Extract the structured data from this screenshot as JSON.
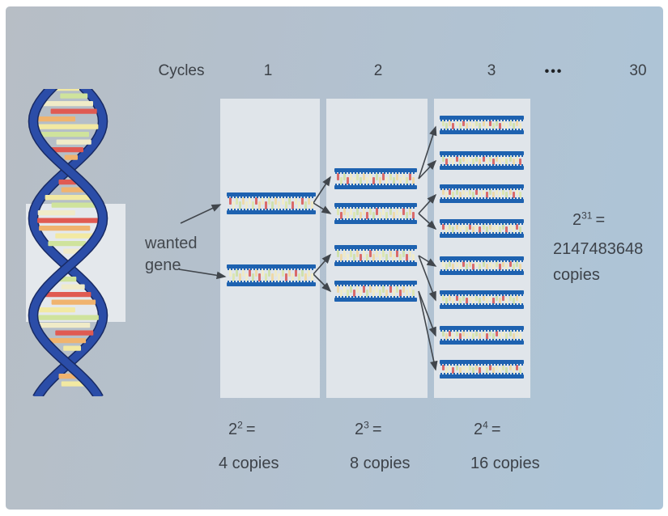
{
  "title_row": {
    "cycles_label": "Cycles",
    "cycle_numbers": [
      "1",
      "2",
      "3"
    ],
    "ellipsis": "•••",
    "final_cycle": "30"
  },
  "annotation": {
    "line1": "wanted",
    "line2": "gene"
  },
  "cycle_columns": [
    {
      "cycle": "1",
      "strand_count": 2,
      "exp_base": "2",
      "exp_power": "2",
      "equals": "=",
      "copies_text": "4 copies"
    },
    {
      "cycle": "2",
      "strand_count": 4,
      "exp_base": "2",
      "exp_power": "3",
      "equals": "=",
      "copies_text": "8 copies"
    },
    {
      "cycle": "3",
      "strand_count": 8,
      "exp_base": "2",
      "exp_power": "4",
      "equals": "=",
      "copies_text": "16 copies"
    }
  ],
  "final_result": {
    "exp_base": "2",
    "exp_power": "31",
    "equals": "=",
    "value": "2147483648",
    "unit": "copies"
  },
  "colors": {
    "background_start": "#b7bec5",
    "background_end": "#adc5d8",
    "panel": "#e0e5ea",
    "highlight_box": "#e4e8ec",
    "strand_bar": "#1e62b0",
    "tick_palette": [
      "#d96a6a",
      "#eee9c6",
      "#f0ecca",
      "#dce6b2",
      "#cfe0ad",
      "#eed9a8"
    ],
    "helix_ribbon": "#2b4da8",
    "helix_ribbon_edge": "#182a63",
    "helix_rungs": [
      "#f2e9a2",
      "#e05a52",
      "#cfe39c",
      "#f0b36e",
      "#f0ebc8"
    ],
    "arrow": "#41464c",
    "text": "#3d4249"
  }
}
